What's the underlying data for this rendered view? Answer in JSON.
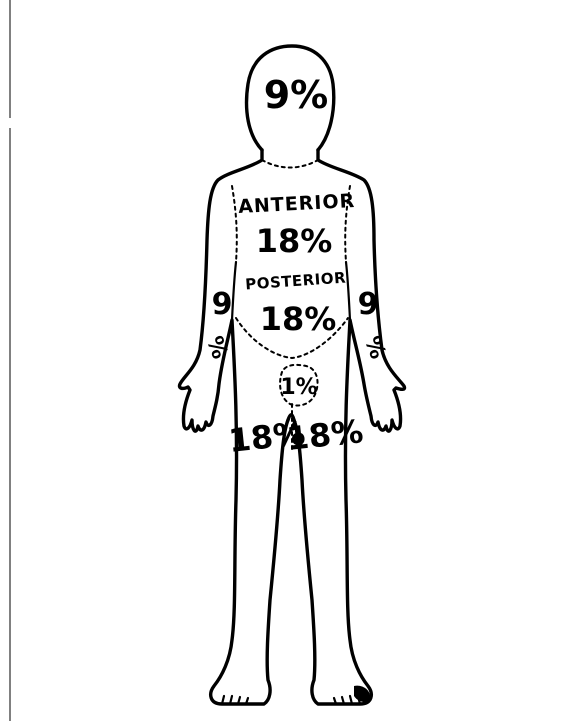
{
  "labels": {
    "head": "9%",
    "anterior_word": "ANTERIOR",
    "anterior_value": "18%",
    "posterior_word": "POSTERIOR",
    "posterior_value": "18%",
    "right_arm_value": "9",
    "right_arm_unit": "%",
    "left_arm_value": "9",
    "left_arm_unit": "%",
    "perineum": "1%",
    "right_leg": "18%",
    "left_leg": "18%"
  }
}
